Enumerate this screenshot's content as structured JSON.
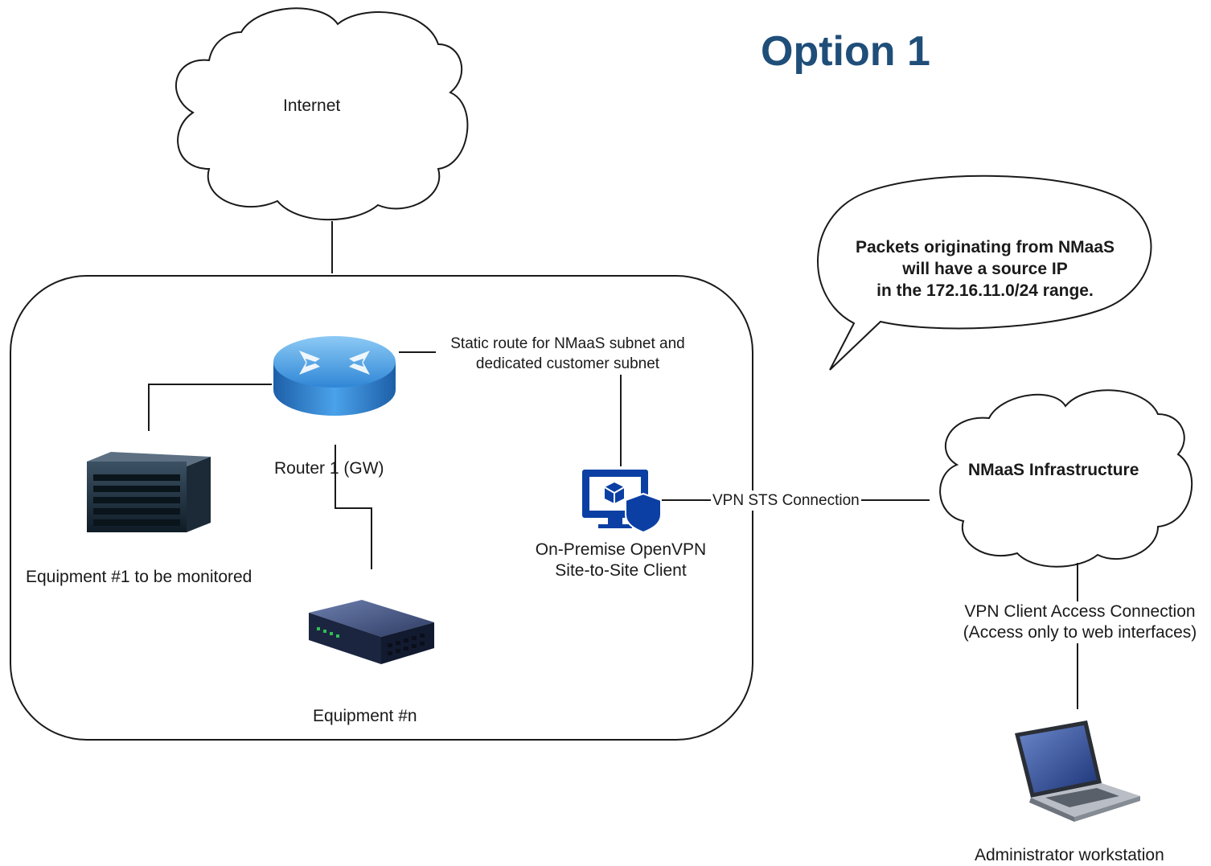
{
  "title": "Option 1",
  "nodes": {
    "internet": "Internet",
    "router": "Router 1 (GW)",
    "equipment1": "Equipment #1 to be monitored",
    "equipment_n": "Equipment #n",
    "openvpn_line1": "On-Premise OpenVPN",
    "openvpn_line2": "Site-to-Site Client",
    "nmaas": "NMaaS Infrastructure",
    "admin": "Administrator workstation"
  },
  "edges": {
    "static_route_line1": "Static route for NMaaS subnet and",
    "static_route_line2": "dedicated customer subnet",
    "vpn_sts": "VPN STS Connection",
    "vpn_client_line1": "VPN Client Access Connection",
    "vpn_client_line2": "(Access only to web interfaces)"
  },
  "callout": {
    "line1": "Packets originating from NMaaS",
    "line2": "will have a source IP",
    "line3": "in the 172.16.11.0/24 range."
  },
  "colors": {
    "title": "#1f4e79",
    "stroke": "#1a1a1a",
    "openvpn_icon": "#0b3fa3",
    "router": "#3a8ed8"
  }
}
